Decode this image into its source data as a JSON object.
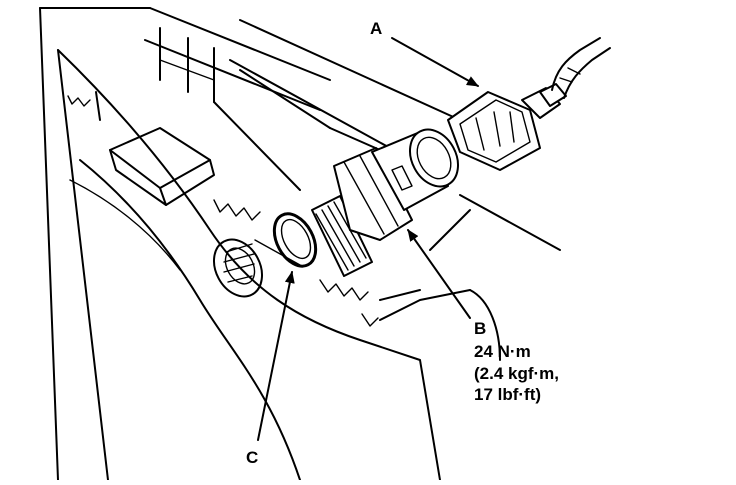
{
  "callouts": {
    "a": {
      "letter": "A"
    },
    "b": {
      "letter": "B",
      "spec_line1": "24 N·m",
      "spec_line2": "(2.4 kgf·m,",
      "spec_line3": "17 lbf·ft)"
    },
    "c": {
      "letter": "C"
    }
  },
  "colors": {
    "ink": "#000000",
    "paper": "#ffffff"
  }
}
